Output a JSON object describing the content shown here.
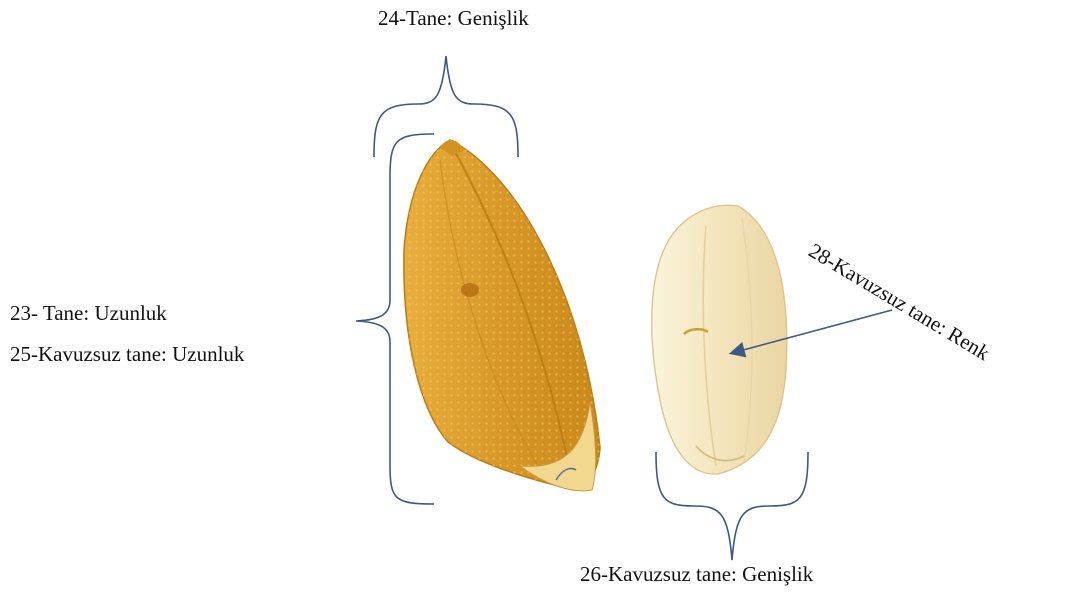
{
  "labels": {
    "grain_width": "24-Tane: Genişlik",
    "grain_length": "23- Tane: Uzunluk",
    "dehulled_grain_length": "25-Kavuzsuz tane: Uzunluk",
    "dehulled_grain_width": "26-Kavuzsuz tane: Genişlik",
    "dehulled_grain_color": "28-Kavuzsuz tane: Renk"
  },
  "colors": {
    "bracket": "#3d5a84",
    "hulled_grain": "#e3a437",
    "dehulled_grain": "#f4e8c3",
    "text": "#111111"
  }
}
